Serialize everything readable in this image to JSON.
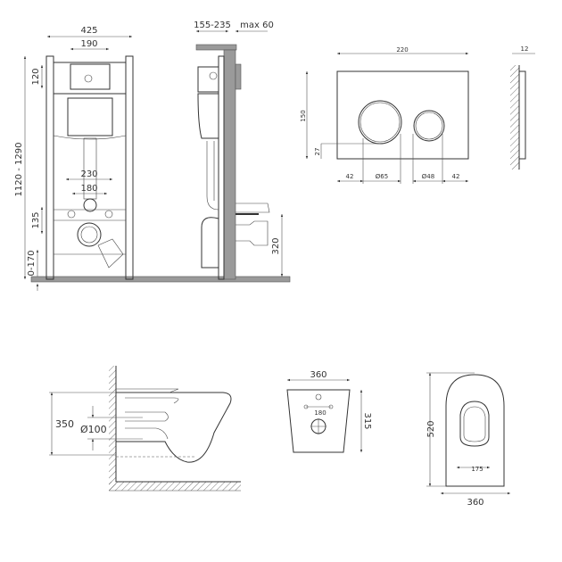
{
  "frame_front": {
    "width": "425",
    "plate_width": "190",
    "plate_height": "120",
    "height": "1120 - 1290",
    "bolt_spacing_outer": "230",
    "bolt_spacing_inner": "180",
    "outlet_height": "135",
    "floor_adjust": "0-170"
  },
  "frame_side": {
    "depth": "155-235",
    "max_wall": "max 60",
    "outlet_floor": "320"
  },
  "flush_plate": {
    "width": "220",
    "height": "150",
    "button_offset": "27",
    "margin_left": "42",
    "big_button": "Ø65",
    "small_button": "Ø48",
    "margin_right": "42",
    "thickness": "12"
  },
  "toilet_side": {
    "height": "350",
    "outlet_diameter": "Ø100"
  },
  "toilet_back": {
    "width": "360",
    "depth": "315",
    "bolt_spacing": "180"
  },
  "toilet_top": {
    "length": "520",
    "seat_width": "175",
    "width": "360"
  }
}
